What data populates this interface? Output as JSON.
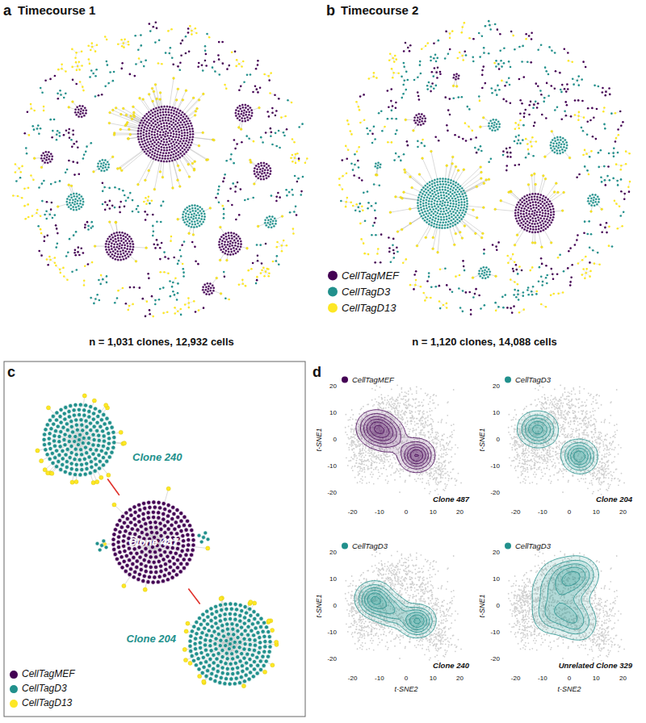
{
  "diagram": {
    "nodes": [
      {
        "text": [
          "Clone 240"
        ]
      },
      {
        "text": [
          "Clone 487"
        ]
      },
      {
        "text": [
          "Clone 204"
        ]
      }
    ],
    "edges": [
      {
        "from": 0,
        "to": 1,
        "arrow": "none"
      },
      {
        "from": 1,
        "to": 2,
        "arrow": "none"
      }
    ],
    "labels": [
      "a",
      "Timecourse 1",
      "n = 1,031 clones, 12,932 cells",
      "b",
      "Timecourse 2",
      "n = 1,120 clones, 14,088 cells",
      "c",
      "d",
      "Clone 487",
      "20",
      "10",
      "0",
      "-10",
      "-20",
      "-20",
      "-10",
      "0",
      "10",
      "20",
      "t-SNE1",
      "Clone 204",
      "20",
      "10",
      "0",
      "-10",
      "-20",
      "-20",
      "-10",
      "0",
      "10",
      "20",
      "t-SNE1",
      "Clone 240",
      "20",
      "10",
      "0",
      "-10",
      "-20",
      "-20",
      "-10",
      "0",
      "10",
      "20",
      "t-SNE1",
      "t-SNE2",
      "Unrelated Clone 329",
      "20",
      "10",
      "0",
      "-10",
      "-20",
      "-20",
      "-10",
      "0",
      "10",
      "20",
      "t-SNE1",
      "t-SNE2"
    ],
    "legend": [
      {
        "text": "CellTagMEF",
        "color": "#440154"
      },
      {
        "text": "CellTagD3",
        "color": "#21908C"
      },
      {
        "text": "CellTagD13",
        "color": "#FDE725"
      },
      {
        "text": "CellTagMEF",
        "color": "#440154"
      },
      {
        "text": "CellTagD3",
        "color": "#21908C"
      },
      {
        "text": "CellTagD13",
        "color": "#FDE725"
      },
      {
        "text": "CellTagMEF",
        "color": "#440154"
      },
      {
        "text": "CellTagD3",
        "color": "#21908C"
      },
      {
        "text": "CellTagD3",
        "color": "#21908C"
      },
      {
        "text": "CellTagD3",
        "color": "#21908C"
      }
    ]
  }
}
